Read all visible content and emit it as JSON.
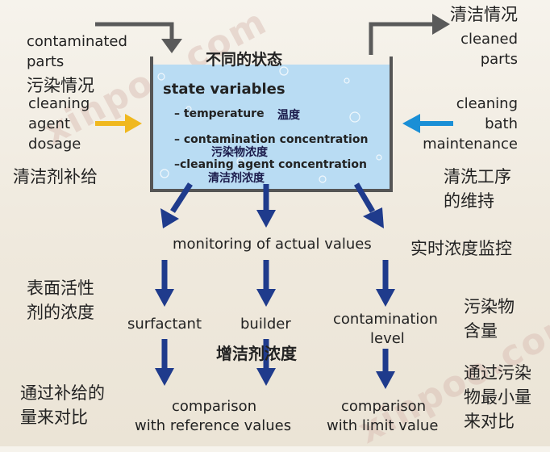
{
  "tank": {
    "title_cn": "不同的状态",
    "heading": "state variables",
    "vars": [
      {
        "en": "temperature",
        "cn": "温度"
      },
      {
        "en": "contamination concentration",
        "cn": "污染物浓度"
      },
      {
        "en": "cleaning agent concentration",
        "cn": "清洁剂浓度"
      }
    ]
  },
  "inputs": {
    "contaminated_parts": [
      "contaminated",
      "parts"
    ],
    "contaminated_cn": "污染情况",
    "dosage": [
      "cleaning",
      "agent",
      "dosage"
    ],
    "dosage_cn": "清洁剂补给",
    "cleaned_cn": "清洁情况",
    "cleaned_parts": [
      "cleaned",
      "parts"
    ],
    "maintenance": [
      "cleaning",
      "bath",
      "maintenance"
    ],
    "maintenance_cn": [
      "清洗工序",
      "的维持"
    ]
  },
  "monitoring": {
    "en": "monitoring of actual values",
    "cn": "实时浓度监控"
  },
  "branches": {
    "surfactant": {
      "en": "surfactant",
      "cn": [
        "表面活性",
        "剂的浓度"
      ]
    },
    "builder": {
      "en": "builder",
      "cn": "增洁剂浓度"
    },
    "contamination": {
      "en": [
        "contamination",
        "level"
      ],
      "cn": [
        "污染物",
        "含量"
      ]
    }
  },
  "comparisons": {
    "reference": {
      "en": [
        "comparison",
        "with reference values"
      ],
      "cn": [
        "通过补给的",
        "量来对比"
      ]
    },
    "limit": {
      "en": [
        "comparison",
        "with limit value"
      ],
      "cn": [
        "通过污染",
        "物最小量",
        "来对比"
      ]
    }
  },
  "colors": {
    "tank_fill": "#b9dcf3",
    "tank_wall": "#555555",
    "arrow_blue": "#1f3b8c",
    "arrow_yellow": "#f0b81e",
    "arrow_cyan": "#1a8fd6",
    "inflow_arrow": "#5a5a5a"
  },
  "watermarks": [
    "xinpoo.com",
    "xinpoo.com"
  ]
}
